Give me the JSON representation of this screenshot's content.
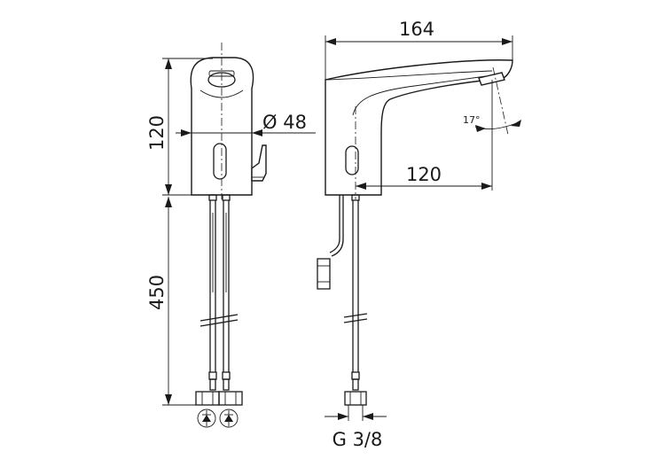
{
  "dimensions": {
    "front_height": "120",
    "hose_length": "450",
    "diameter": "Ø 48",
    "overall_length": "164",
    "spout_reach": "120",
    "spout_angle": "17°",
    "connection_thread": "G 3/8"
  },
  "symbols": [
    "check-valve-icon",
    "check-valve-icon"
  ]
}
